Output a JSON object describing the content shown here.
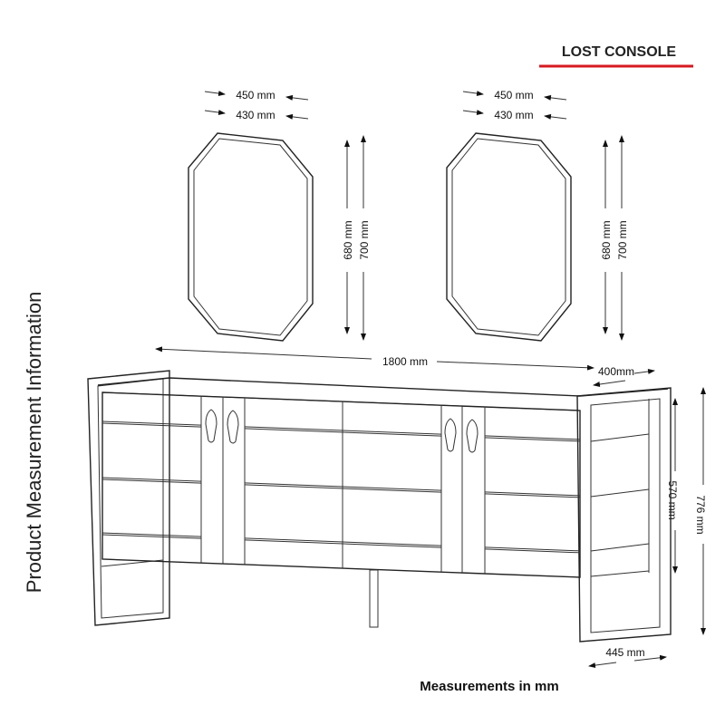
{
  "title": "LOST CONSOLE",
  "accent_color": "#d71920",
  "side_caption": "Product Measurement Information",
  "footer": "Measurements in mm",
  "mirrors": [
    {
      "outer_width": "450 mm",
      "inner_width": "430 mm",
      "inner_height": "680 mm",
      "outer_height": "700 mm"
    },
    {
      "outer_width": "450 mm",
      "inner_width": "430 mm",
      "inner_height": "680 mm",
      "outer_height": "700 mm"
    }
  ],
  "console": {
    "width": "1800 mm",
    "depth": "400mm",
    "body_height": "570 mm",
    "total_height": "776 mm",
    "side_depth": "445 mm"
  }
}
